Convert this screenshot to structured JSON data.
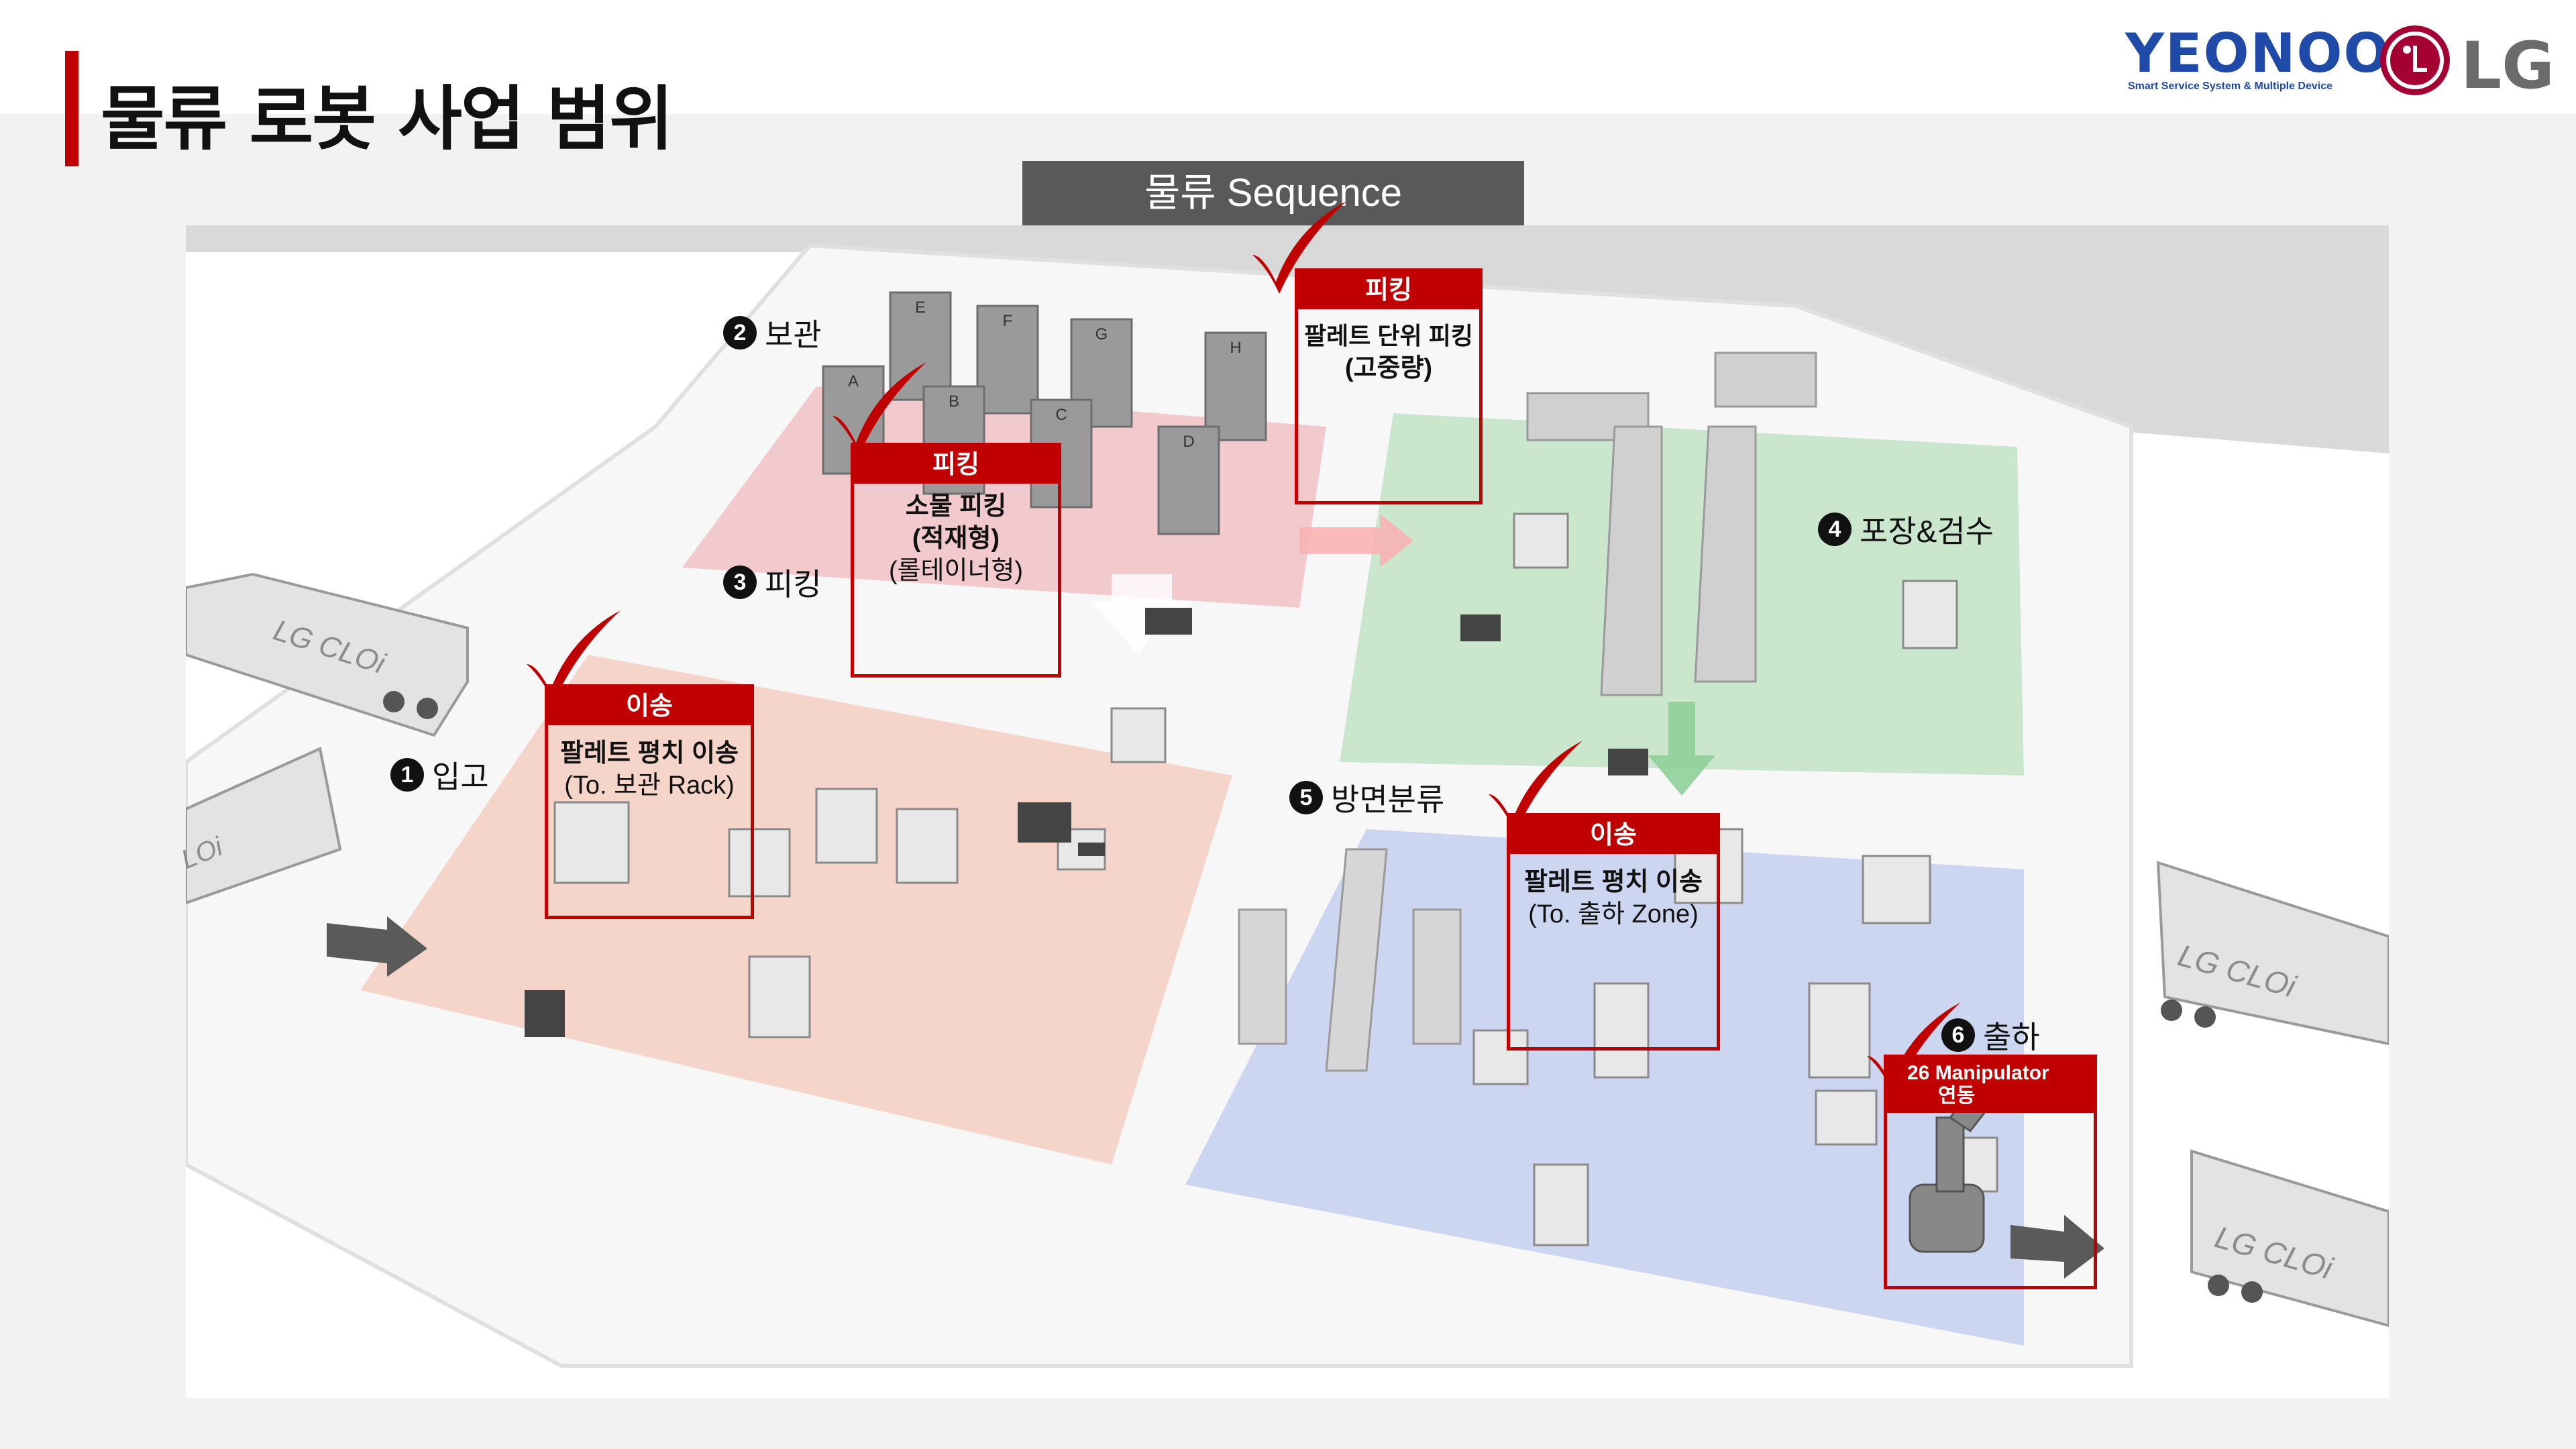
{
  "header": {
    "title": "물류 로봇 사업 범위",
    "brand_word": "YEONOO",
    "brand_tagline": "Smart Service System & Multiple Device",
    "lg_word": "LG"
  },
  "banner": {
    "text": "물류 Sequence"
  },
  "steps": [
    {
      "num": "1",
      "label": "입고"
    },
    {
      "num": "2",
      "label": "보관"
    },
    {
      "num": "3",
      "label": "피킹"
    },
    {
      "num": "4",
      "label": "포장&검수"
    },
    {
      "num": "5",
      "label": "방면분류"
    },
    {
      "num": "6",
      "label": "출하"
    }
  ],
  "callouts": {
    "transfer_in": {
      "head": "이송",
      "line1": "팔레트 평치 이송",
      "line2": "(To. 보관 Rack)"
    },
    "pick_small": {
      "head": "피킹",
      "line1": "소물 피킹",
      "line2": "(적재형)",
      "line3": "(롤테이너형)"
    },
    "pick_pallet": {
      "head": "피킹",
      "line1": "팔레트 단위 피킹",
      "line2": "(고중량)"
    },
    "transfer_out": {
      "head": "이송",
      "line1": "팔레트 평치 이송",
      "line2": "(To. 출하 Zone)"
    },
    "manipulator": {
      "head_line1": "`26 Manipulator",
      "head_line2": "연동"
    }
  },
  "trucks": [
    "LG CLOi",
    "LG CLOi",
    "LG CLOi",
    "LOi"
  ],
  "rack_letters": [
    "A",
    "B",
    "C",
    "D",
    "E",
    "F",
    "G",
    "H"
  ],
  "colors": {
    "accent": "#c00000",
    "zone_inbound": "#f4cfc4",
    "zone_storage": "#f1c4c8",
    "zone_packing": "#c4e3c8",
    "zone_sorting": "#c8d2ee",
    "banner": "#595959"
  }
}
